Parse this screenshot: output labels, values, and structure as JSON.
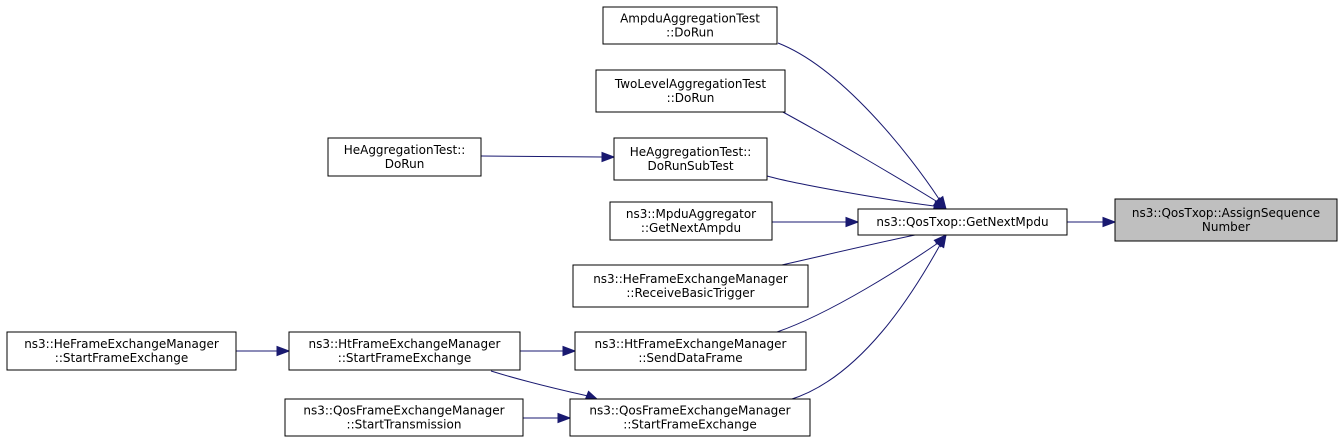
{
  "colors": {
    "edge": "#191970",
    "node_fill": "#ffffff",
    "focus_fill": "#bfbfbf",
    "border": "#000000"
  },
  "nodes": [
    {
      "id": "assign",
      "lines": [
        "ns3::QosTxop::AssignSequence",
        "Number"
      ],
      "focus": true
    },
    {
      "id": "getnextmpdu",
      "lines": [
        "ns3::QosTxop::GetNextMpdu"
      ]
    },
    {
      "id": "ampdu_dorun",
      "lines": [
        "AmpduAggregationTest",
        "::DoRun"
      ]
    },
    {
      "id": "twolevel_dorun",
      "lines": [
        "TwoLevelAggregationTest",
        "::DoRun"
      ]
    },
    {
      "id": "he_subtest",
      "lines": [
        "HeAggregationTest::",
        "DoRunSubTest"
      ]
    },
    {
      "id": "he_dorun",
      "lines": [
        "HeAggregationTest::",
        "DoRun"
      ]
    },
    {
      "id": "mpduagg",
      "lines": [
        "ns3::MpduAggregator",
        "::GetNextAmpdu"
      ]
    },
    {
      "id": "he_recvtrig",
      "lines": [
        "ns3::HeFrameExchangeManager",
        "::ReceiveBasicTrigger"
      ]
    },
    {
      "id": "ht_senddata",
      "lines": [
        "ns3::HtFrameExchangeManager",
        "::SendDataFrame"
      ]
    },
    {
      "id": "ht_startfe",
      "lines": [
        "ns3::HtFrameExchangeManager",
        "::StartFrameExchange"
      ]
    },
    {
      "id": "he_startfe",
      "lines": [
        "ns3::HeFrameExchangeManager",
        "::StartFrameExchange"
      ]
    },
    {
      "id": "qos_startfe",
      "lines": [
        "ns3::QosFrameExchangeManager",
        "::StartFrameExchange"
      ]
    },
    {
      "id": "qos_starttx",
      "lines": [
        "ns3::QosFrameExchangeManager",
        "::StartTransmission"
      ]
    }
  ],
  "edges": [
    {
      "from": "getnextmpdu",
      "to": "assign"
    },
    {
      "from": "ampdu_dorun",
      "to": "getnextmpdu"
    },
    {
      "from": "twolevel_dorun",
      "to": "getnextmpdu"
    },
    {
      "from": "he_subtest",
      "to": "getnextmpdu"
    },
    {
      "from": "mpduagg",
      "to": "getnextmpdu"
    },
    {
      "from": "he_recvtrig",
      "to": "getnextmpdu"
    },
    {
      "from": "ht_senddata",
      "to": "getnextmpdu"
    },
    {
      "from": "qos_startfe",
      "to": "getnextmpdu"
    },
    {
      "from": "he_dorun",
      "to": "he_subtest"
    },
    {
      "from": "ht_startfe",
      "to": "ht_senddata"
    },
    {
      "from": "he_startfe",
      "to": "ht_startfe"
    },
    {
      "from": "ht_startfe",
      "to": "qos_startfe"
    },
    {
      "from": "qos_starttx",
      "to": "qos_startfe"
    }
  ]
}
